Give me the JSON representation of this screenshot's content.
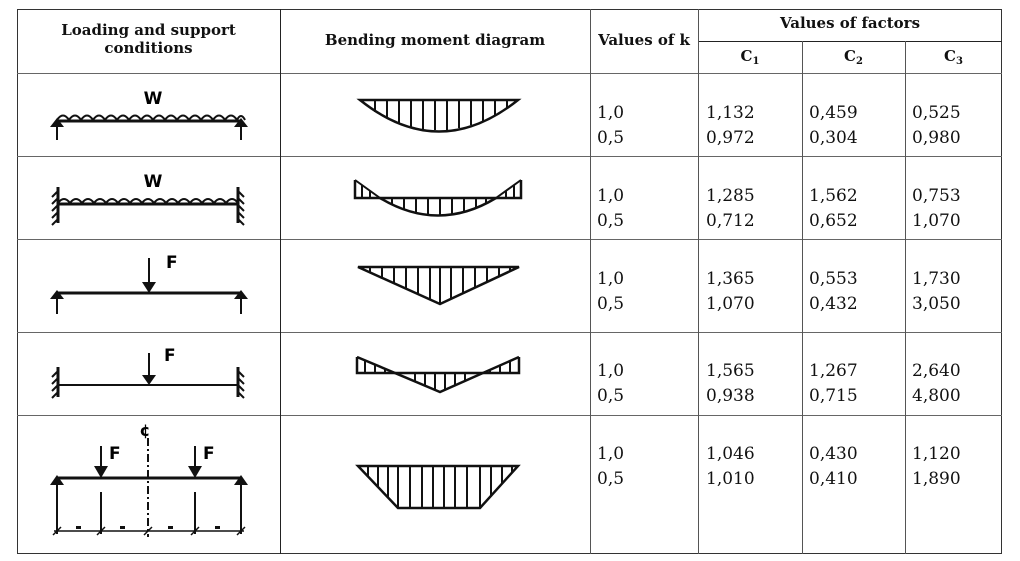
{
  "header": {
    "col1": [
      "Loading and support",
      "conditions"
    ],
    "col2": "Bending moment diagram",
    "col3": "Values of k",
    "group": "Values of factors",
    "c1": {
      "base": "C",
      "sub": "1"
    },
    "c2": {
      "base": "C",
      "sub": "2"
    },
    "c3": {
      "base": "C",
      "sub": "3"
    }
  },
  "rows": [
    {
      "load": "W",
      "support": "simply supported, uniform load",
      "diagram": "parabolic-positive",
      "k": [
        "1,0",
        "0,5"
      ],
      "c1": [
        "1,132",
        "0,972"
      ],
      "c2": [
        "0,459",
        "0,304"
      ],
      "c3": [
        "0,525",
        "0,980"
      ]
    },
    {
      "load": "W",
      "support": "fixed ends, uniform load",
      "diagram": "parabolic-with-end-negatives",
      "k": [
        "1,0",
        "0,5"
      ],
      "c1": [
        "1,285",
        "0,712"
      ],
      "c2": [
        "1,562",
        "0,652"
      ],
      "c3": [
        "0,753",
        "1,070"
      ]
    },
    {
      "load": "F",
      "support": "simply supported, central point load",
      "diagram": "triangular",
      "k": [
        "1,0",
        "0,5"
      ],
      "c1": [
        "1,365",
        "1,070"
      ],
      "c2": [
        "0,553",
        "0,432"
      ],
      "c3": [
        "1,730",
        "3,050"
      ]
    },
    {
      "load": "F",
      "support": "fixed ends, central point load",
      "diagram": "triangular-with-end-negatives",
      "k": [
        "1,0",
        "0,5"
      ],
      "c1": [
        "1,565",
        "0,938"
      ],
      "c2": [
        "1,267",
        "0,715"
      ],
      "c3": [
        "2,640",
        "4,800"
      ]
    },
    {
      "load": "F",
      "load2": "F",
      "centerline": "¢",
      "support": "simply supported, two symmetric point loads at quarter points",
      "diagram": "trapezoidal",
      "k": [
        "1,0",
        "0,5"
      ],
      "c1": [
        "1,046",
        "1,010"
      ],
      "c2": [
        "0,430",
        "0,410"
      ],
      "c3": [
        "1,120",
        "1,890"
      ]
    }
  ]
}
